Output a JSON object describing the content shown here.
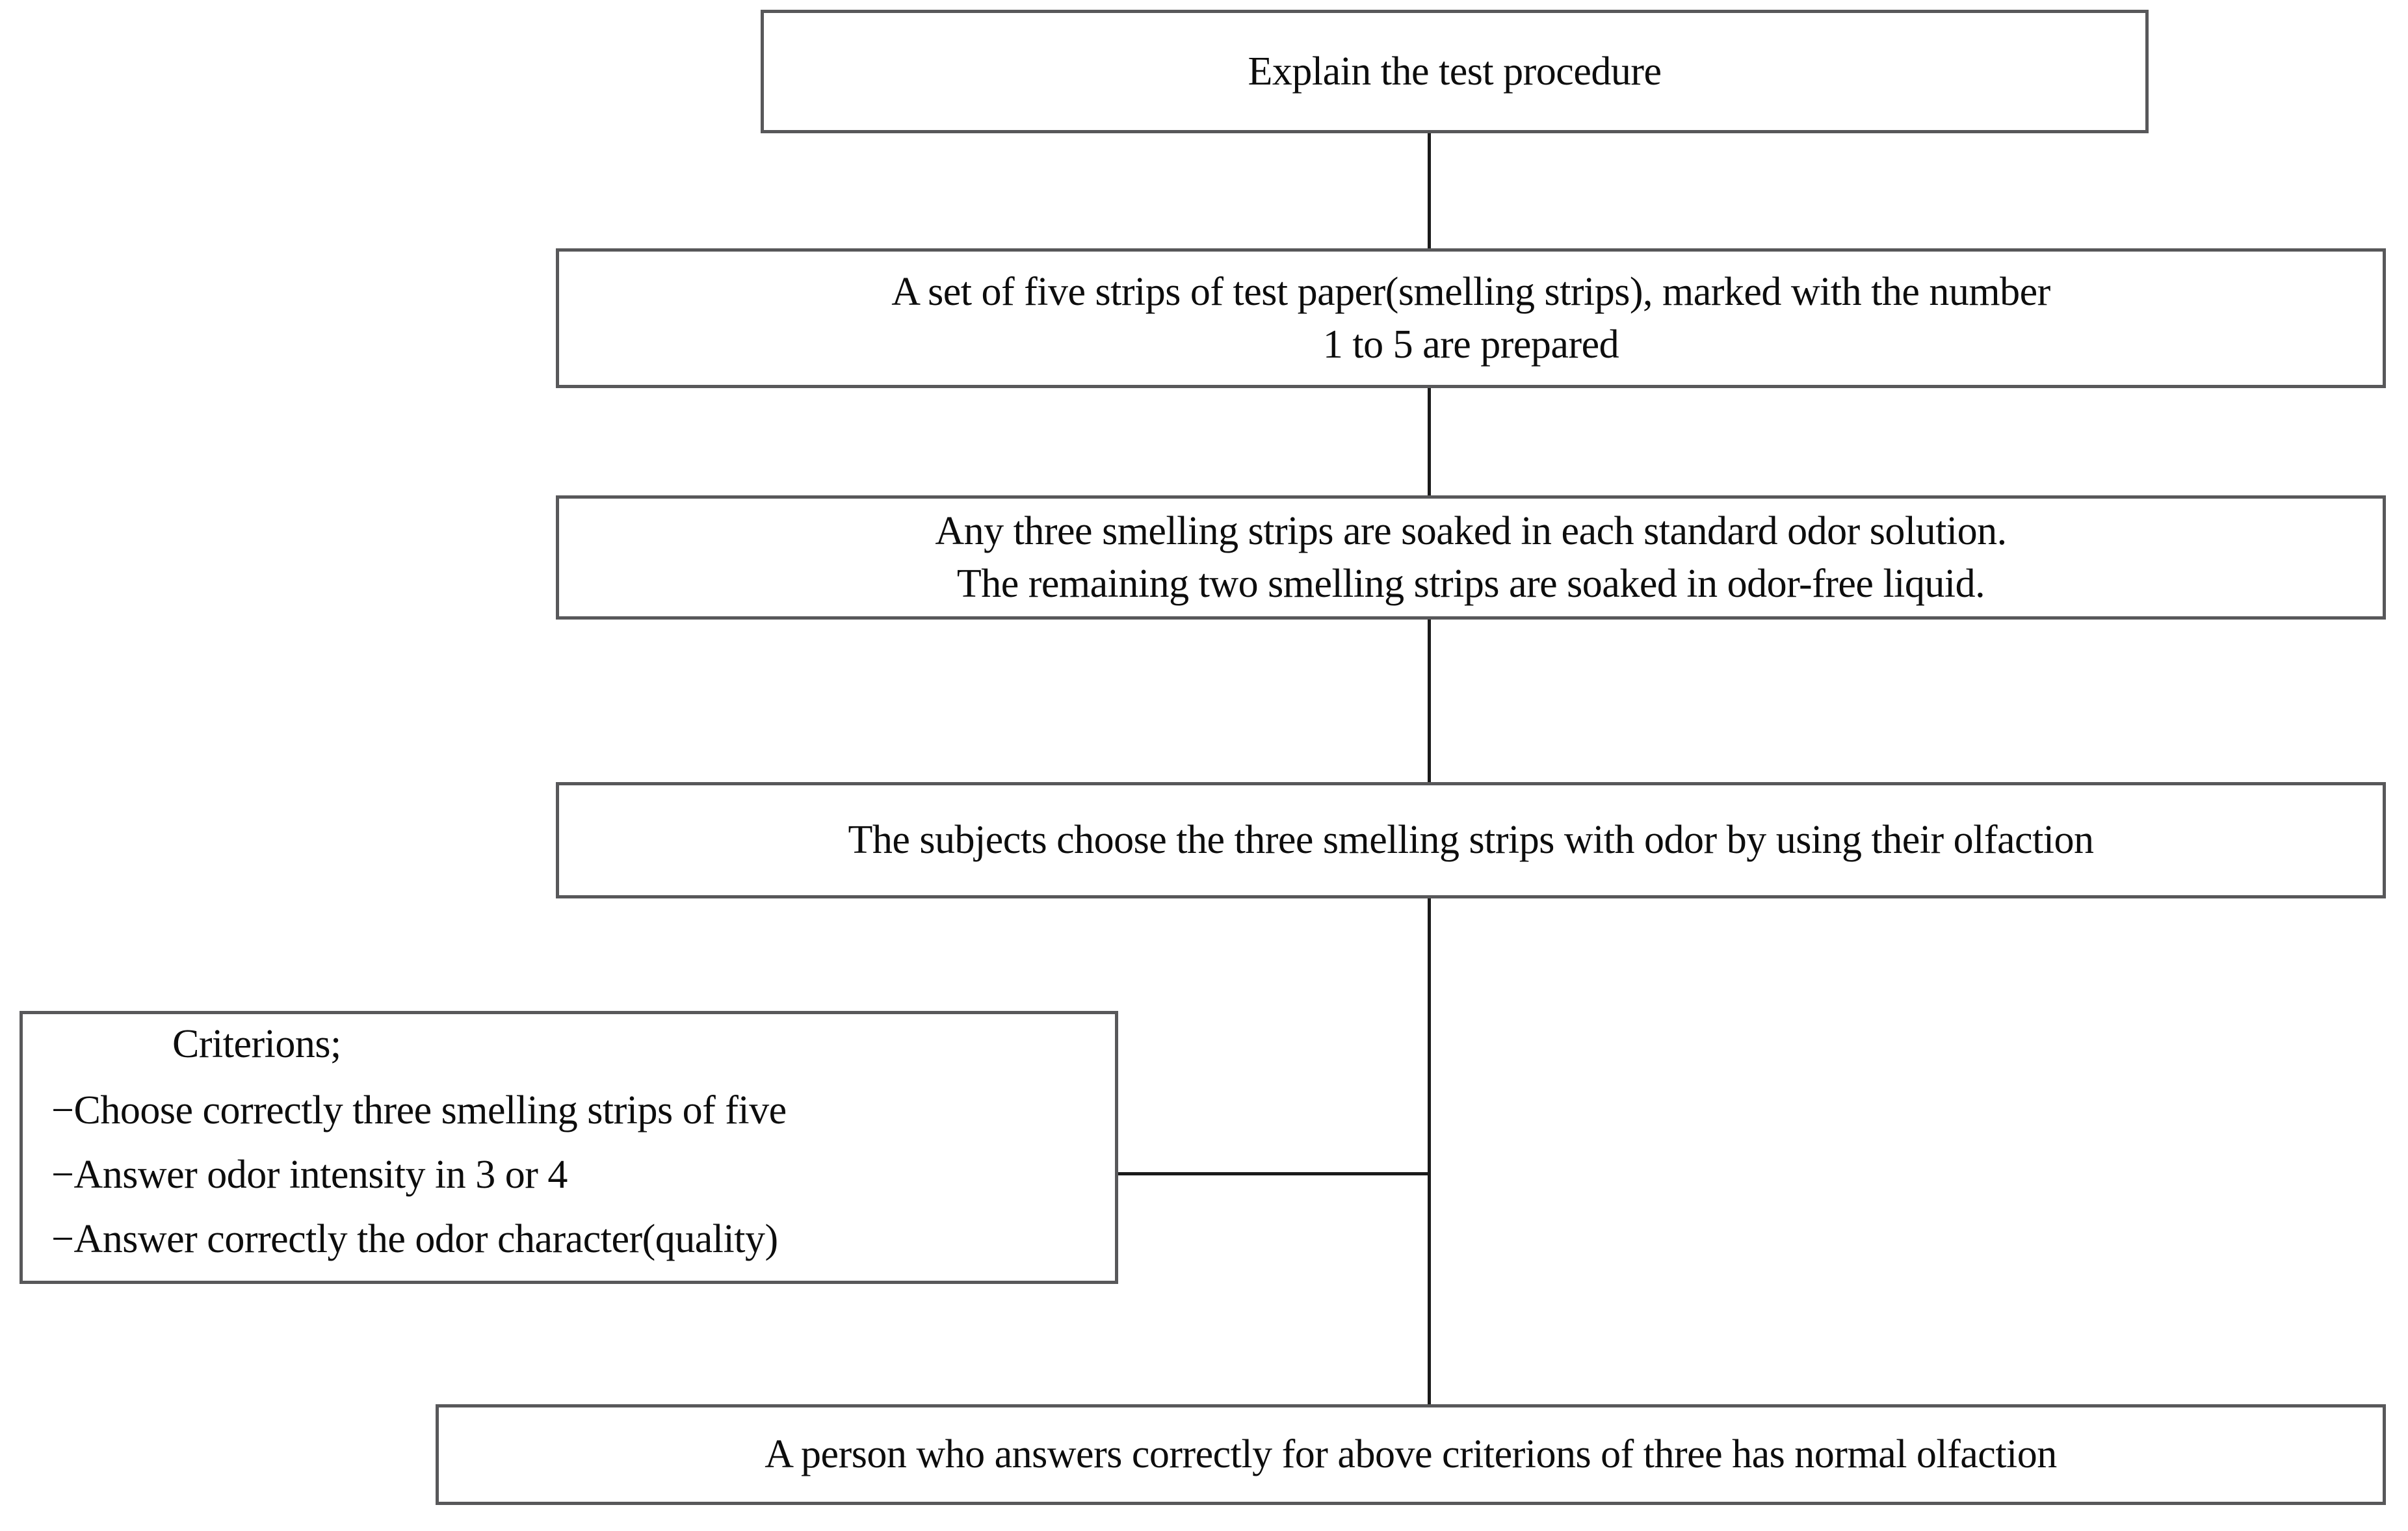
{
  "diagram": {
    "title": "Olfaction test procedure flowchart",
    "orientation": "top-to-bottom",
    "accent_color": "#58585a",
    "line_color": "#1a1a1a",
    "background": "#ffffff"
  },
  "nodes": {
    "explain": {
      "id": "explain-test-procedure",
      "lines": [
        "Explain the test procedure"
      ]
    },
    "strips": {
      "id": "prepare-smelling-strips",
      "lines": [
        "A set of five strips of test paper(smelling strips), marked with the number",
        "1 to 5 are prepared"
      ]
    },
    "soak": {
      "id": "soak-smelling-strips",
      "lines": [
        "Any three smelling strips are soaked in each standard odor solution.",
        "The remaining two smelling strips are soaked in odor-free liquid."
      ]
    },
    "choose": {
      "id": "subjects-choose-strips",
      "lines": [
        "The subjects choose the three smelling strips with odor by using their olfaction"
      ]
    },
    "criterions": {
      "id": "criterions",
      "heading": "Criterions;",
      "bullets": [
        "−Choose correctly three smelling strips of five",
        "−Answer odor intensity in 3 or 4",
        "−Answer correctly the odor character(quality)"
      ]
    },
    "result": {
      "id": "normal-olfaction-result",
      "lines": [
        "A person who answers correctly for above criterions of three has normal olfaction"
      ]
    }
  },
  "connectors": [
    {
      "id": "explain-to-strips",
      "from": "explain",
      "to": "strips",
      "type": "vertical"
    },
    {
      "id": "strips-to-soak",
      "from": "strips",
      "to": "soak",
      "type": "vertical"
    },
    {
      "id": "soak-to-choose",
      "from": "soak",
      "to": "choose",
      "type": "vertical"
    },
    {
      "id": "choose-to-result",
      "from": "choose",
      "to": "result",
      "type": "vertical"
    },
    {
      "id": "criterions-to-trunk",
      "from": "criterions",
      "to": "choose-to-result",
      "type": "horizontal"
    }
  ]
}
